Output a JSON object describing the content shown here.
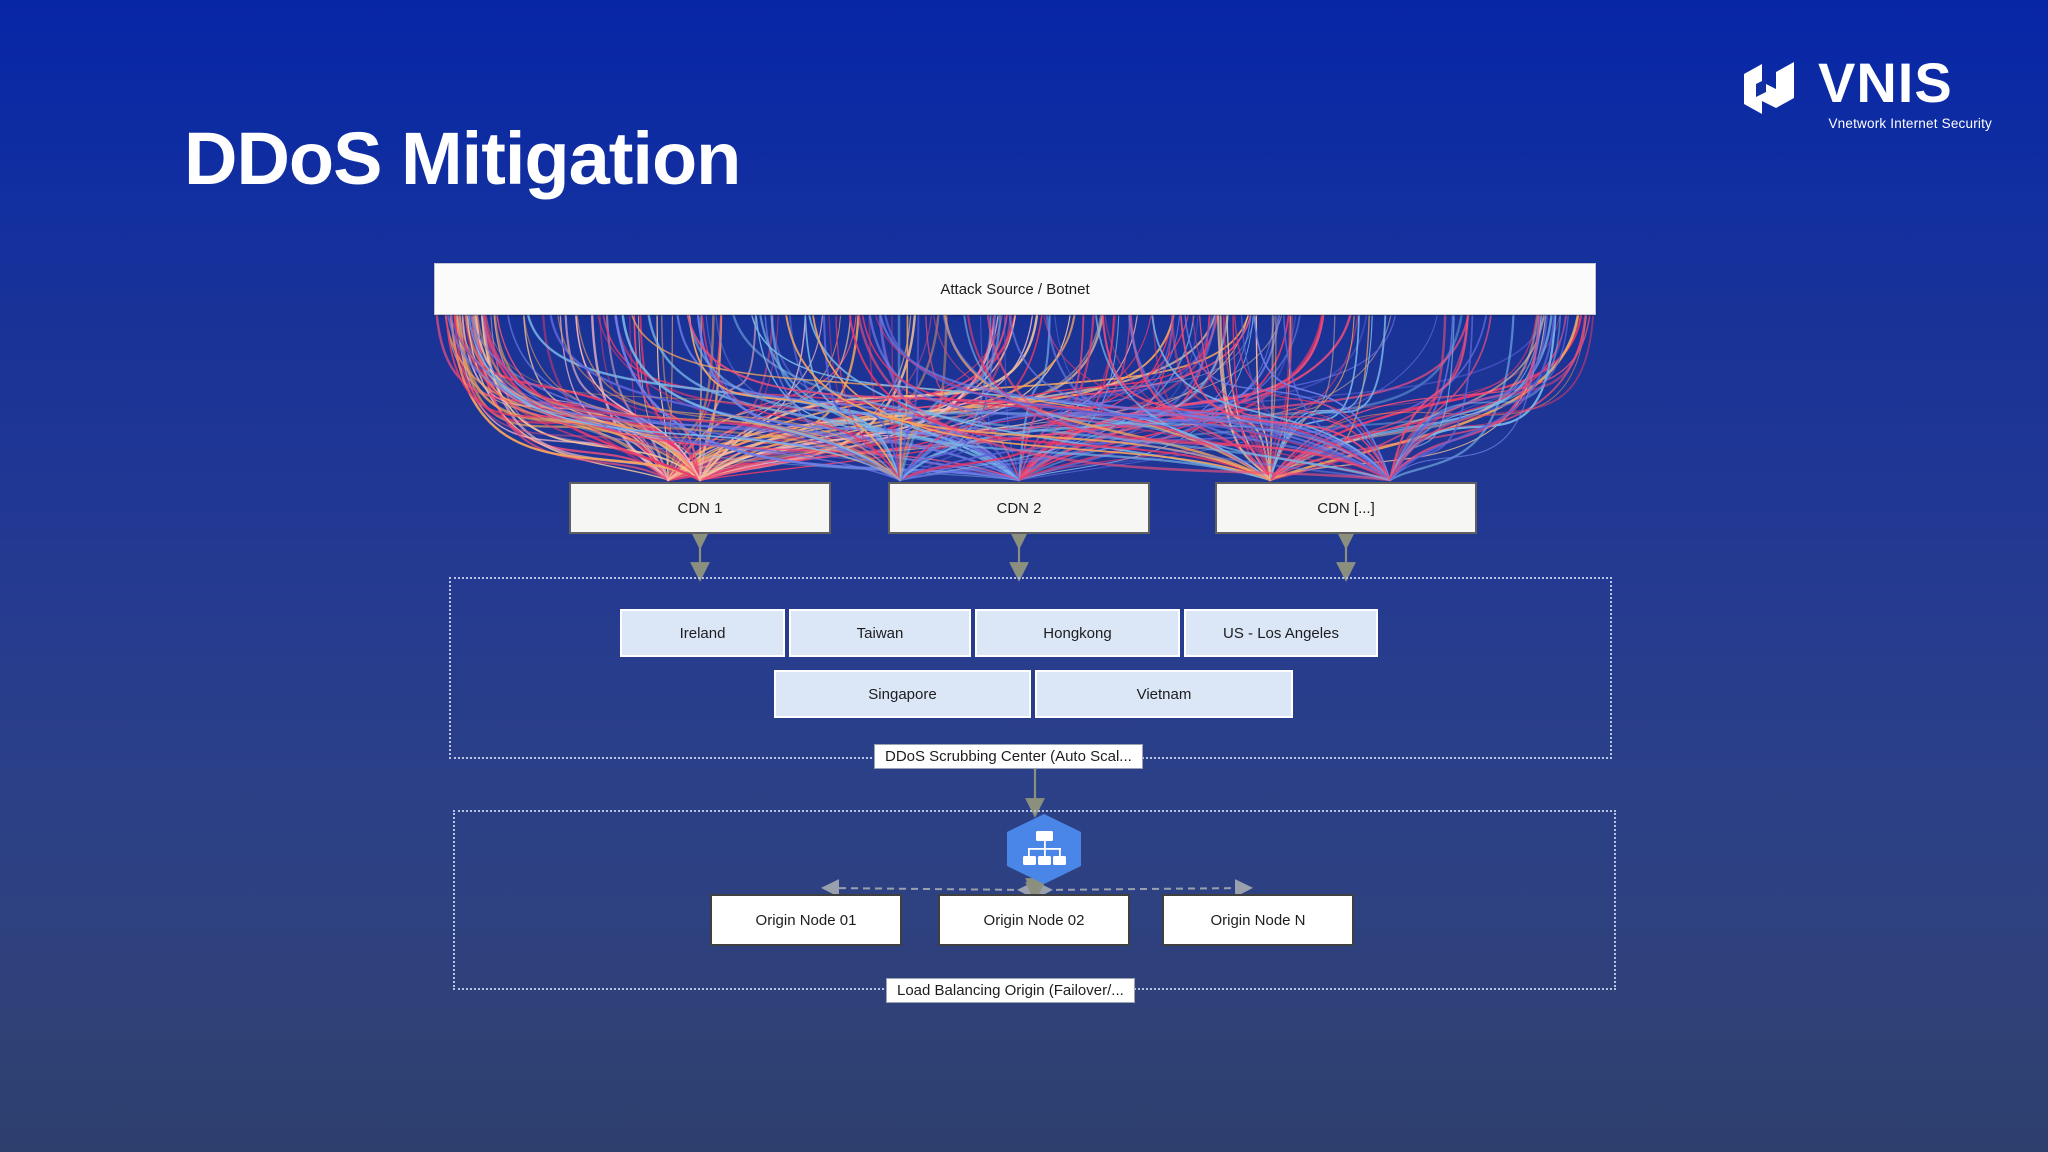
{
  "brand": {
    "name": "VNIS",
    "tagline": "Vnetwork Internet Security",
    "logo_icon": "vnis-cube-icon"
  },
  "page": {
    "title": "DDoS Mitigation",
    "background_top_color": "#0726a6",
    "background_bottom_color": "#2e3f6e"
  },
  "diagram": {
    "type": "network-architecture",
    "attack_source": {
      "label": "Attack Source / Botnet",
      "box_color": "#fbfbfb",
      "border_color": "#c3c7cf"
    },
    "traffic_flow": {
      "description": "attack-traffic-curves",
      "colors": [
        "#f5a45d",
        "#f7c49a",
        "#ef4e7b",
        "#e8396a",
        "#6f7fe8",
        "#5b63d6",
        "#7ab6e8",
        "#f2b7c6"
      ],
      "convergence_points": 6
    },
    "cdn_layer": {
      "nodes": [
        {
          "label": "CDN 1"
        },
        {
          "label": "CDN 2"
        },
        {
          "label": "CDN [...]"
        }
      ],
      "box_color": "#f6f6f4",
      "border_color": "#606060"
    },
    "scrubbing_center": {
      "label": "DDoS Scrubbing Center (Auto Scal...",
      "regions": [
        {
          "label": "Ireland"
        },
        {
          "label": "Taiwan"
        },
        {
          "label": "Hongkong"
        },
        {
          "label": "US - Los Angeles"
        },
        {
          "label": "Singapore"
        },
        {
          "label": "Vietnam"
        }
      ],
      "box_color": "#dbe6f7",
      "border_style": "dotted"
    },
    "load_balancing": {
      "label": "Load Balancing Origin (Failover/...",
      "balancer_icon": "load-balancer-hexagon-icon",
      "balancer_color": "#4a86e8",
      "origins": [
        {
          "label": "Origin Node 01"
        },
        {
          "label": "Origin Node 02"
        },
        {
          "label": "Origin Node N"
        }
      ],
      "box_color": "#ffffff",
      "border_color": "#3f3f3f"
    },
    "connector_color": "#8b8f7e",
    "dashed_connector_color": "#9aa0ae"
  }
}
